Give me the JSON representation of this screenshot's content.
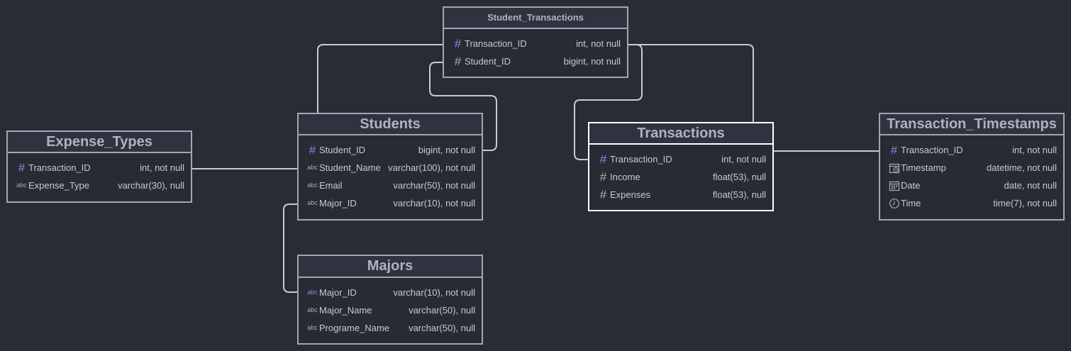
{
  "tables": {
    "student_transactions": {
      "title": "Student_Transactions",
      "columns": [
        {
          "name": "Transaction_ID",
          "type": "int, not null",
          "icon": "hash-icon",
          "primary": true
        },
        {
          "name": "Student_ID",
          "type": "bigint, not null",
          "icon": "hash-icon",
          "primary": false
        }
      ]
    },
    "students": {
      "title": "Students",
      "columns": [
        {
          "name": "Student_ID",
          "type": "bigint, not null",
          "icon": "hash-icon",
          "primary": true
        },
        {
          "name": "Student_Name",
          "type": "varchar(100), not null",
          "icon": "text-icon",
          "primary": false
        },
        {
          "name": "Email",
          "type": "varchar(50), not null",
          "icon": "text-icon",
          "primary": false
        },
        {
          "name": "Major_ID",
          "type": "varchar(10), not null",
          "icon": "text-icon",
          "primary": false
        }
      ]
    },
    "expense_types": {
      "title": "Expense_Types",
      "columns": [
        {
          "name": "Transaction_ID",
          "type": "int, not null",
          "icon": "hash-icon",
          "primary": true
        },
        {
          "name": "Expense_Type",
          "type": "varchar(30), null",
          "icon": "text-icon",
          "primary": false
        }
      ]
    },
    "majors": {
      "title": "Majors",
      "columns": [
        {
          "name": "Major_ID",
          "type": "varchar(10), not null",
          "icon": "text-icon",
          "primary": true
        },
        {
          "name": "Major_Name",
          "type": "varchar(50), null",
          "icon": "text-icon",
          "primary": false
        },
        {
          "name": "Programe_Name",
          "type": "varchar(50), null",
          "icon": "text-icon",
          "primary": false
        }
      ]
    },
    "transactions": {
      "title": "Transactions",
      "selected": true,
      "columns": [
        {
          "name": "Transaction_ID",
          "type": "int, not null",
          "icon": "hash-icon",
          "primary": true
        },
        {
          "name": "Income",
          "type": "float(53), null",
          "icon": "hash-icon",
          "primary": false
        },
        {
          "name": "Expenses",
          "type": "float(53), null",
          "icon": "hash-icon",
          "primary": false
        }
      ]
    },
    "transaction_timestamps": {
      "title": "Transaction_Timestamps",
      "columns": [
        {
          "name": "Transaction_ID",
          "type": "int, not null",
          "icon": "hash-icon",
          "primary": true
        },
        {
          "name": "Timestamp",
          "type": "datetime, not null",
          "icon": "datetime-icon",
          "primary": false
        },
        {
          "name": "Date",
          "type": "date, not null",
          "icon": "calendar-icon",
          "primary": false
        },
        {
          "name": "Time",
          "type": "time(7), not null",
          "icon": "clock-icon",
          "primary": false
        }
      ]
    }
  },
  "icon_glyphs": {
    "text": "abc",
    "hash": "#"
  },
  "colors": {
    "background": "#292c35",
    "border": "#a3a6b0",
    "selected_border": "#ffffff",
    "header_text": "#aeb2c3",
    "primary_key_icon": "#8f84e0",
    "connector": "#c9cbd2"
  }
}
